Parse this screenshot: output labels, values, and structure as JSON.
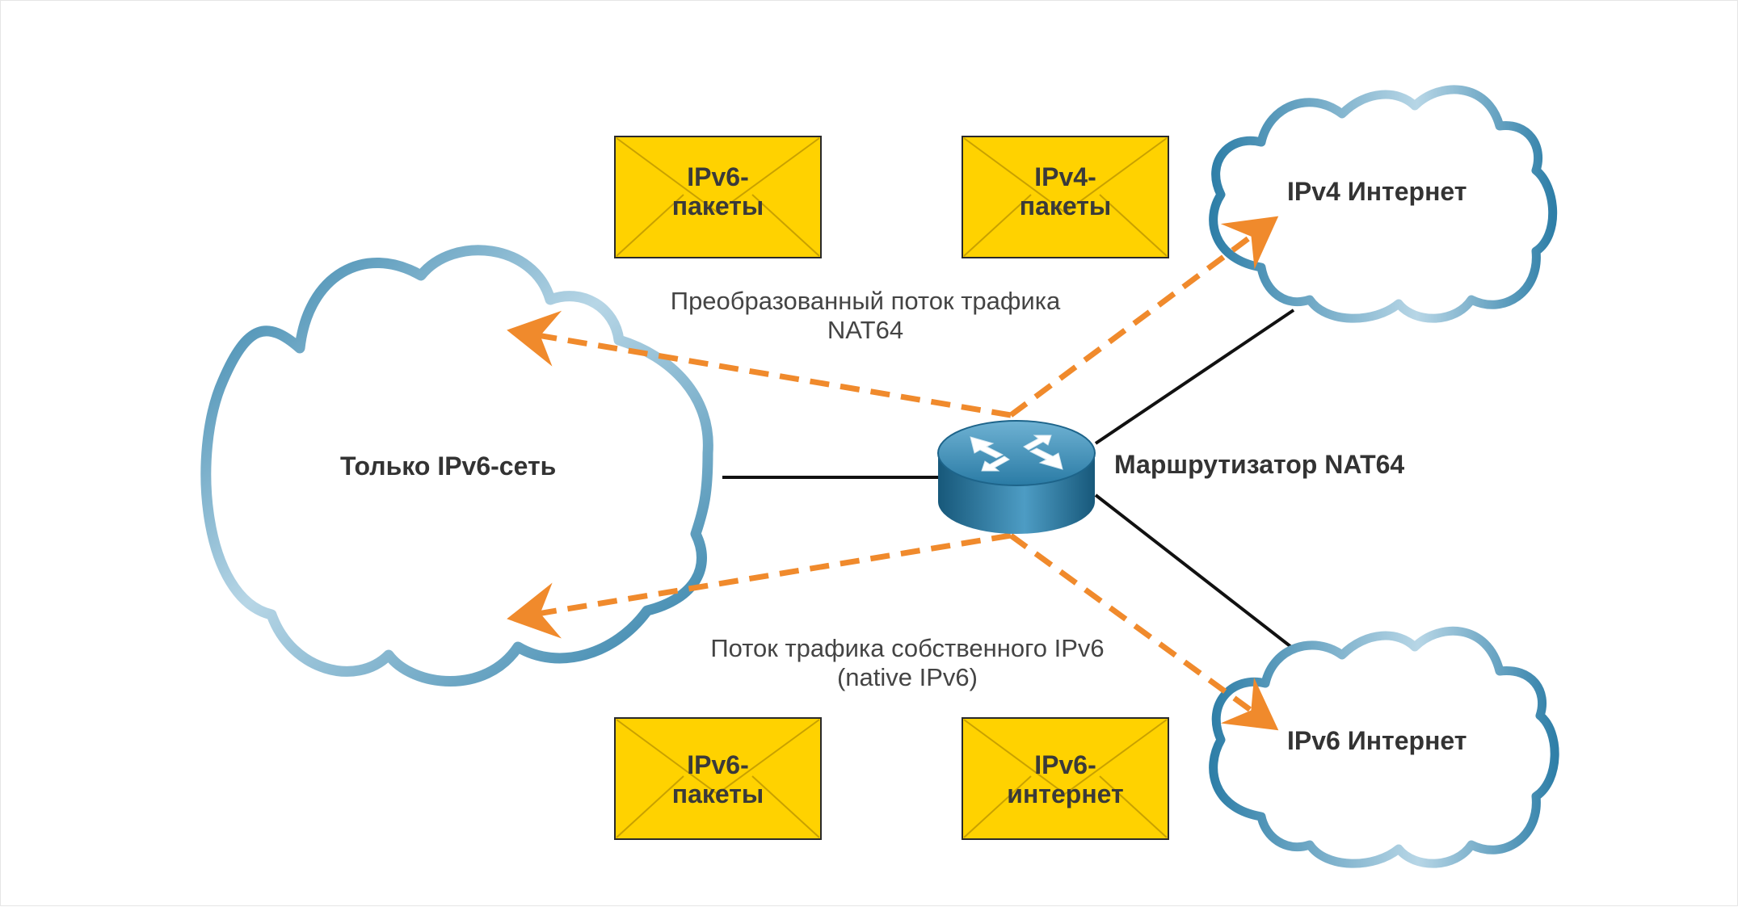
{
  "network": {
    "ipv6_only_label": "Только IPv6-сеть",
    "ipv4_internet_label": "IPv4 Интернет",
    "ipv6_internet_label": "IPv6 Интернет",
    "router_label": "Маршрутизатор NAT64"
  },
  "flows": {
    "translated": {
      "line1": "Преобразованный поток трафика",
      "line2": "NAT64"
    },
    "native": {
      "line1": "Поток трафика собственного IPv6",
      "line2": "(native IPv6)"
    }
  },
  "envelopes": [
    {
      "line1": "IPv6-",
      "line2": "пакеты"
    },
    {
      "line1": "IPv4-",
      "line2": "пакеты"
    },
    {
      "line1": "IPv6-",
      "line2": "пакеты"
    },
    {
      "line1": "IPv6-",
      "line2": "интернет"
    }
  ],
  "colors": {
    "cloud_outline_dark": "#2f7fa8",
    "cloud_outline_light": "#b7d6e6",
    "arrow": "#f08a2c",
    "envelope_fill": "#ffd200",
    "envelope_border": "#2a2a2a",
    "router_body": "#1f6d93"
  }
}
